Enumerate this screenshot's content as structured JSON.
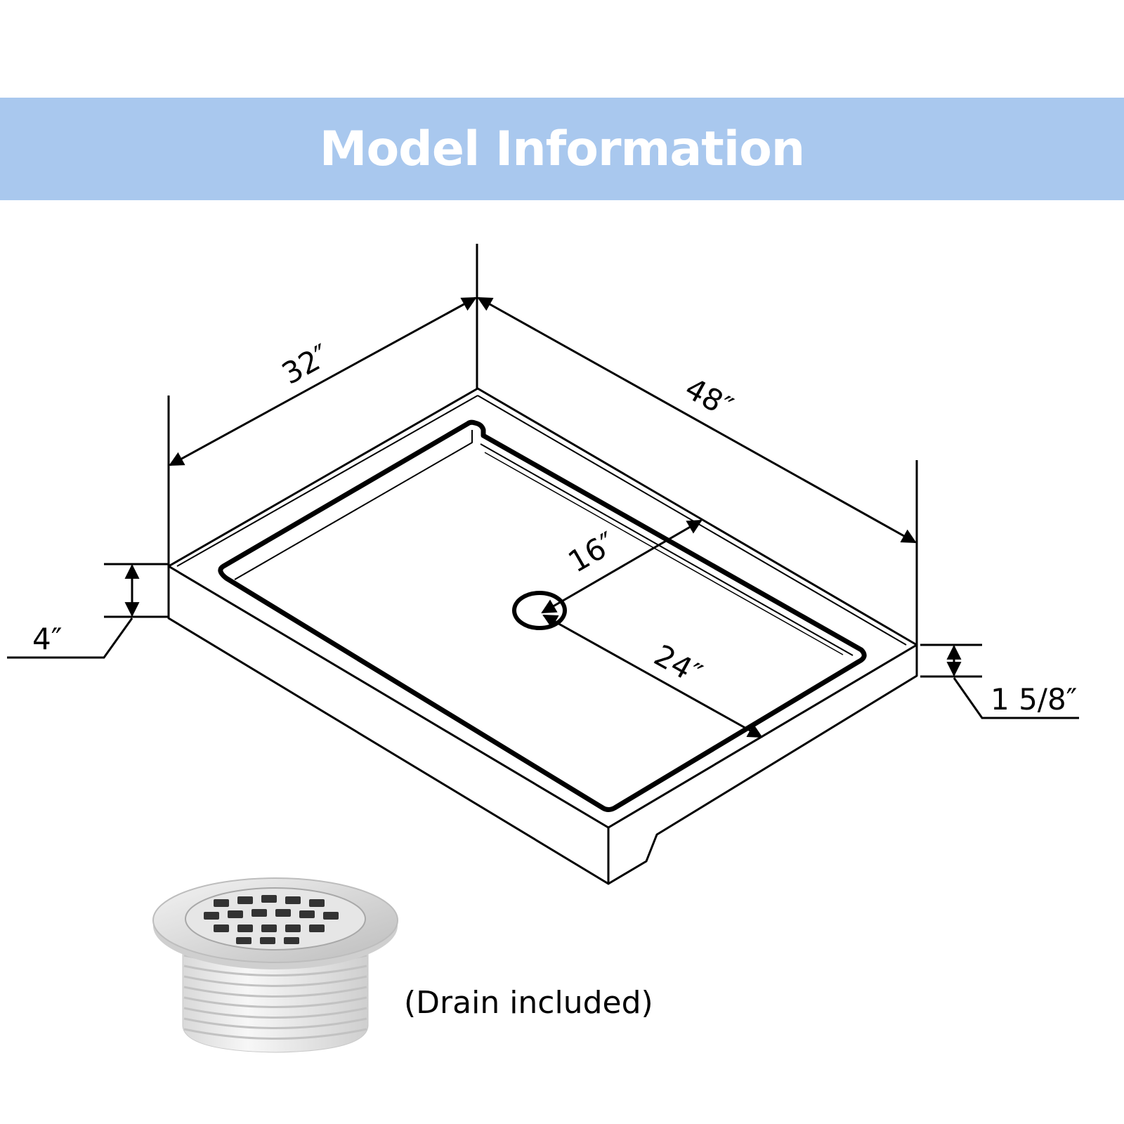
{
  "header": {
    "title": "Model Information",
    "background_color": "#a9c8ee",
    "text_color": "#ffffff"
  },
  "dimensions": {
    "depth": "32″",
    "width": "48″",
    "height": "4″",
    "drain_offset_depth": "16″",
    "drain_offset_width": "24″",
    "threshold_height": "1 5/8″"
  },
  "drain": {
    "caption": "(Drain included)"
  }
}
